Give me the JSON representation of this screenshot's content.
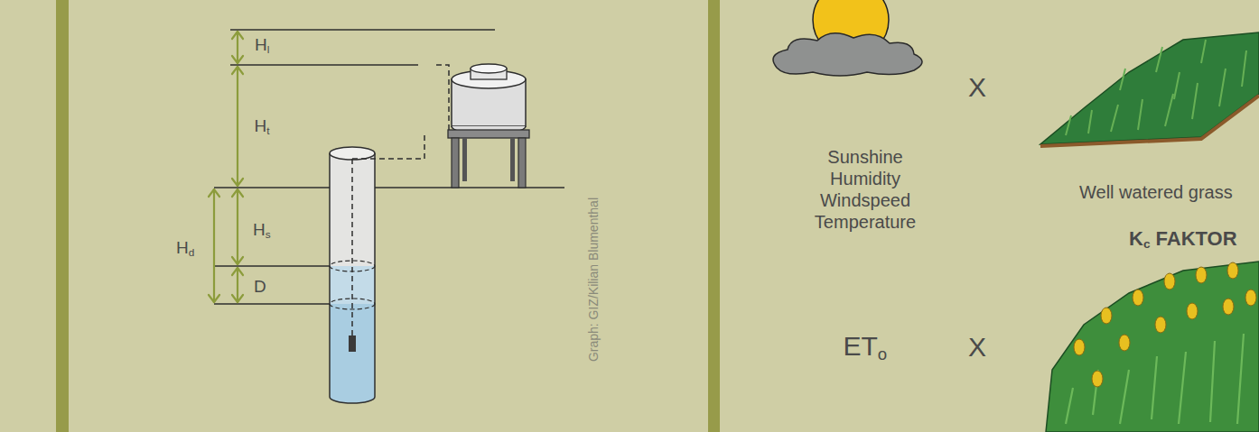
{
  "diagram": {
    "labels": [
      "Hl",
      "Ht",
      "Hs",
      "Hd",
      "D",
      "Graph: GIZ/Kilian Blumenthal",
      "X",
      "Sunshine Humidity Windspeed Temperature",
      "Well watered grass",
      "Kc FAKTOR",
      "ETo",
      "X"
    ]
  }
}
